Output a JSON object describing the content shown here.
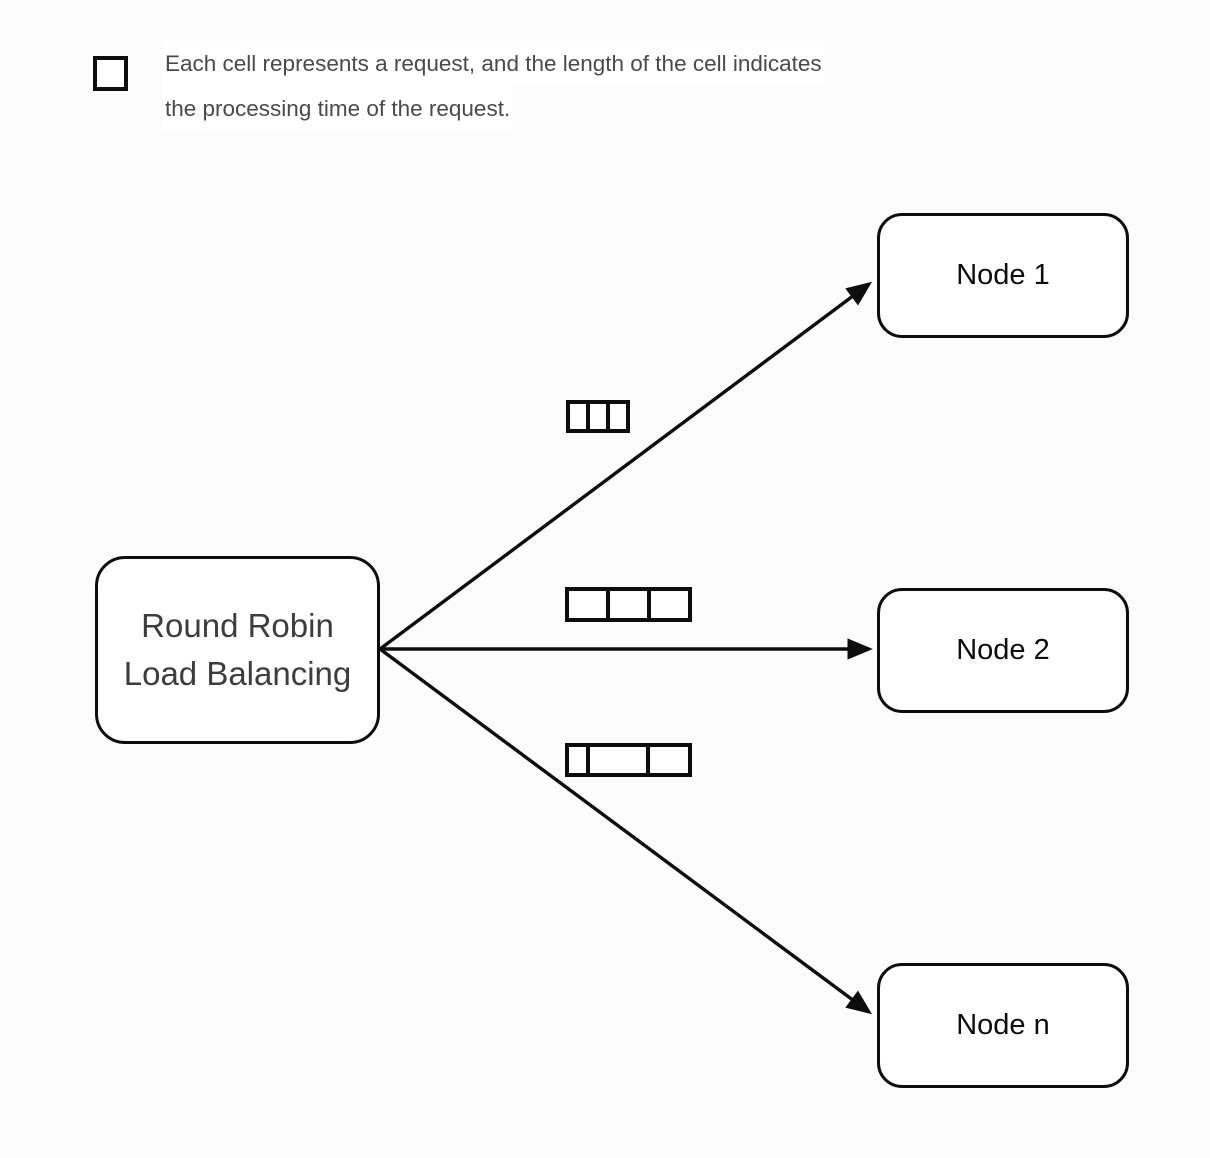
{
  "legend": {
    "icon": "cell-square-icon",
    "text_line1": "Each cell represents a request, and the length of the cell indicates",
    "text_line2": "the processing time of the request."
  },
  "balancer": {
    "title_line1": "Round Robin",
    "title_line2": "Load Balancing"
  },
  "nodes": [
    {
      "id": "node-1",
      "label": "Node 1"
    },
    {
      "id": "node-2",
      "label": "Node 2"
    },
    {
      "id": "node-n",
      "label": "Node n"
    }
  ],
  "queues": [
    {
      "target": "Node 1",
      "cell_lengths": [
        21,
        21,
        21
      ]
    },
    {
      "target": "Node 2",
      "cell_lengths": [
        41,
        41,
        41
      ]
    },
    {
      "target": "Node n",
      "cell_lengths": [
        19,
        62,
        42
      ]
    }
  ],
  "colors": {
    "stroke": "#0d0d0d",
    "text_primary": "#0d0d0d",
    "text_secondary": "#3d3d3d",
    "text_muted": "#4a4a4a",
    "background": "#fcfcfc",
    "fill": "#ffffff"
  }
}
